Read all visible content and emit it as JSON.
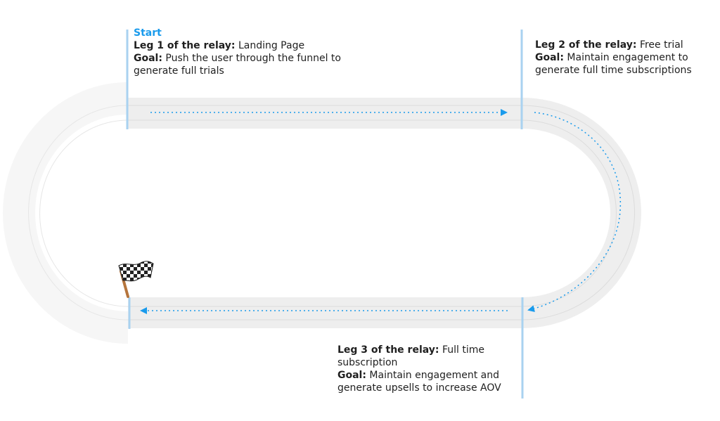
{
  "start_label": "Start",
  "legs": [
    {
      "title": "Leg 1 of the relay:",
      "name": "Landing Page",
      "goal_label": "Goal:",
      "goal": "Push the user through the funnel to generate full trials"
    },
    {
      "title": "Leg 2 of the relay:",
      "name": "Free trial",
      "goal_label": "Goal:",
      "goal": "Maintain engagement to generate full time subscriptions"
    },
    {
      "title": "Leg 3 of the relay:",
      "name": "Full time subscription",
      "goal_label": "Goal:",
      "goal": "Maintain engagement and generate upsells to increase AOV"
    }
  ],
  "colors": {
    "accent": "#1a9bec",
    "marker": "#a9d2f0",
    "track": "#eeeeee",
    "track_outer": "#f6f6f6"
  },
  "icons": {
    "finish": "checkered-flag-icon"
  }
}
